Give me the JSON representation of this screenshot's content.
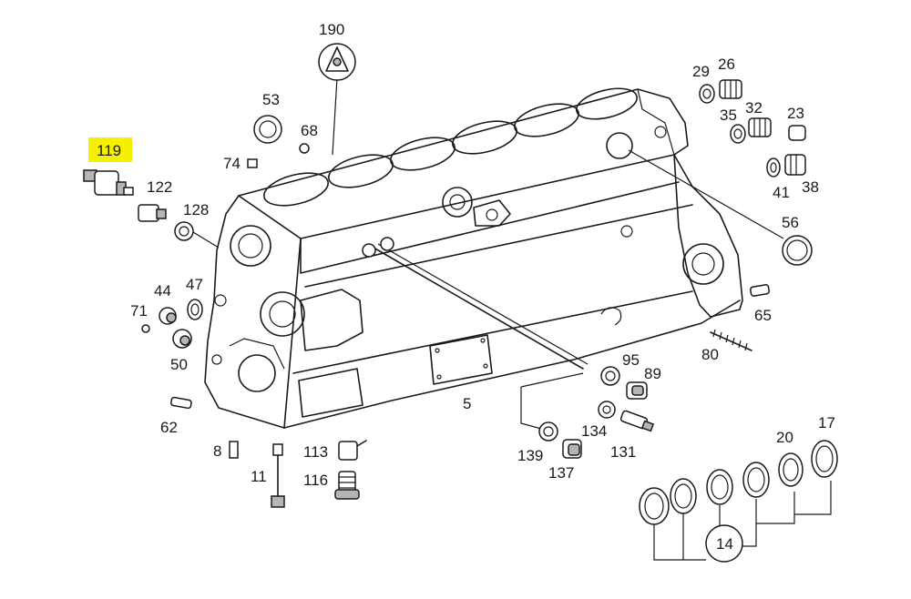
{
  "highlight_color": "#f4f000",
  "highlighted_part": "119",
  "labels": {
    "p190": "190",
    "p53": "53",
    "p68": "68",
    "p74": "74",
    "p119": "119",
    "p122": "122",
    "p128": "128",
    "p44": "44",
    "p47": "47",
    "p71": "71",
    "p50": "50",
    "p62": "62",
    "p8": "8",
    "p11": "11",
    "p113": "113",
    "p116": "116",
    "p5": "5",
    "p139": "139",
    "p137": "137",
    "p134": "134",
    "p131": "131",
    "p95": "95",
    "p89": "89",
    "p29": "29",
    "p26": "26",
    "p35": "35",
    "p32": "32",
    "p23": "23",
    "p41": "41",
    "p38": "38",
    "p56": "56",
    "p65": "65",
    "p80": "80",
    "p17": "17",
    "p20": "20",
    "p14": "14"
  }
}
